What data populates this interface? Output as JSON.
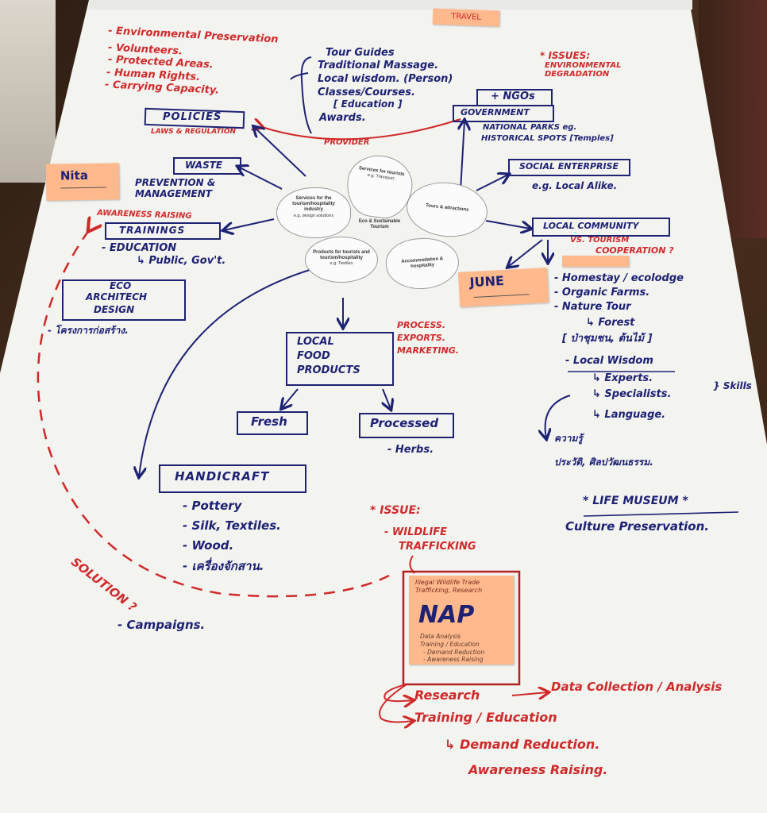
{
  "top_note": "TRAVEL",
  "left_list": [
    "- Environmental Preservation",
    "- Volunteers.",
    "- Protected Areas.",
    "- Human Rights.",
    "- Carrying Capacity."
  ],
  "top_center_list": [
    "Tour Guides",
    "Traditional Massage.",
    "Local wisdom. (Person)",
    "Classes/Courses.",
    "[ Education ]",
    "Awards."
  ],
  "issue_right": {
    "title": "* ISSUES:",
    "text": "ENVIRONMENTAL DEGRADATION"
  },
  "ngos": "+ NGOs",
  "policies": {
    "title": "POLICIES",
    "sub": "LAWS & REGULATION"
  },
  "government": {
    "title": "GOVERNMENT",
    "sub": "NATIONAL PARKS  eg.",
    "sub2": "HISTORICAL SPOTS [Temples]"
  },
  "provider": "PROVIDER",
  "nita_note": "Nita",
  "waste": {
    "title": "WASTE",
    "sub1": "PREVENTION &",
    "sub2": "MANAGEMENT"
  },
  "social_enterprise": {
    "title": "SOCIAL ENTERPRISE",
    "sub": "e.g. Local Alike."
  },
  "flower": {
    "top": {
      "title": "Services for tourists",
      "sub": "e.g. Transport"
    },
    "left": {
      "title": "Services for the tourism/hospitality industry",
      "sub": "e.g. design solutions"
    },
    "right": {
      "title": "Tours & attractions",
      "sub": ""
    },
    "center": "Eco & Sustainable Tourism",
    "bottom_left": {
      "title": "Products for tourists and tourism/hospitality",
      "sub": "e.g. Textiles"
    },
    "bottom_right": {
      "title": "Accommodation & hospitality",
      "sub": ""
    }
  },
  "awareness": "AWARENESS RAISING",
  "trainings": {
    "title": "TRAININGS",
    "edu": "- EDUCATION",
    "pub": "↳ Public, Gov't."
  },
  "local_community": {
    "title": "LOCAL COMMUNITY",
    "vs": "VS. TOURISM",
    "coop": "COOPERATION ?"
  },
  "june_note": "JUNE",
  "eco_arch": {
    "l1": "ECO",
    "l2": "ARCHITECH",
    "l3": "DESIGN",
    "thai": "- โครงการก่อสร้าง."
  },
  "right_list": {
    "homestay": "- Homestay / ecolodge",
    "farms": "- Organic Farms.",
    "tour": "- Nature Tour",
    "forest": "↳ Forest",
    "forest_thai": "[ ป่าชุมชน, ต้นไม้ ]",
    "wisdom": "- Local Wisdom",
    "experts": "↳ Experts.",
    "specialists": "↳ Specialists.",
    "skills": "} Skills",
    "language": "↳ Language.",
    "thai1": "ความรู้",
    "thai2": "ประวัติ, ศิลปวัฒนธรรม."
  },
  "process": [
    "PROCESS.",
    "EXPORTS.",
    "MARKETING."
  ],
  "local_food": {
    "l1": "LOCAL",
    "l2": "FOOD",
    "l3": "PRODUCTS"
  },
  "fresh": "Fresh",
  "processed": "Processed",
  "herbs": "- Herbs.",
  "handicraft": {
    "title": "HANDICRAFT",
    "items": [
      "- Pottery",
      "- Silk, Textiles.",
      "- Wood.",
      "- เครื่องจักสาน."
    ]
  },
  "life_museum": {
    "title": "* LIFE MUSEUM *",
    "sub": "Culture Preservation."
  },
  "issue_wildlife": {
    "title": "* ISSUE:",
    "l1": "- WILDLIFE",
    "l2": "TRAFFICKING"
  },
  "solution": "SOLUTION ?",
  "campaigns": "- Campaigns.",
  "nap_note": {
    "top": "Illegal Wildlife Trade Trafficking, Research",
    "big": "NAP",
    "bottom": [
      "Data Analysis",
      "Training / Education",
      "- Demand Reduction",
      "- Awareness Raising"
    ]
  },
  "bottom_chain": {
    "research": "Research",
    "data": "Data Collection / Analysis",
    "training": "Training / Education",
    "demand": "↳ Demand Reduction.",
    "awareness": "Awareness Raising."
  }
}
